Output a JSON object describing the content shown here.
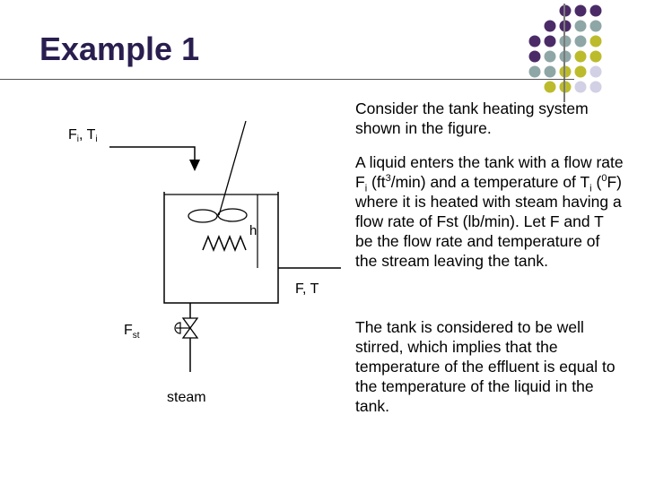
{
  "slide": {
    "title": "Example 1"
  },
  "paragraphs": {
    "p1": "Consider the tank heating system shown in the figure.",
    "p2": {
      "a": "A liquid enters the tank with a flow rate F",
      "a_sub": "i",
      "b": " (ft",
      "b_sup": "3",
      "c": "/min) and a temperature of T",
      "c_sub": "i",
      "d": " (",
      "d_sup": "0",
      "e": "F) where it is heated with steam having a flow rate of Fst (lb/min). Let F and T be the flow rate and temperature of the stream leaving the tank."
    },
    "p3": "The tank is considered to be well stirred, which implies that the temperature of the effluent is equal to the temperature of the liquid in the tank."
  },
  "diagram": {
    "inlet_label": "F",
    "inlet_label_sub1": "i",
    "inlet_label_mid": ", T",
    "inlet_label_sub2": "i",
    "level_label": "h",
    "outlet_label": "F, T",
    "steam_flow_label": "F",
    "steam_flow_label_sub": "st",
    "steam_label": "steam"
  },
  "decoration": {
    "dot_colors": [
      "#4b2b67",
      "#8fa6a6",
      "#bcbb2c",
      "#d2d0e4"
    ]
  }
}
